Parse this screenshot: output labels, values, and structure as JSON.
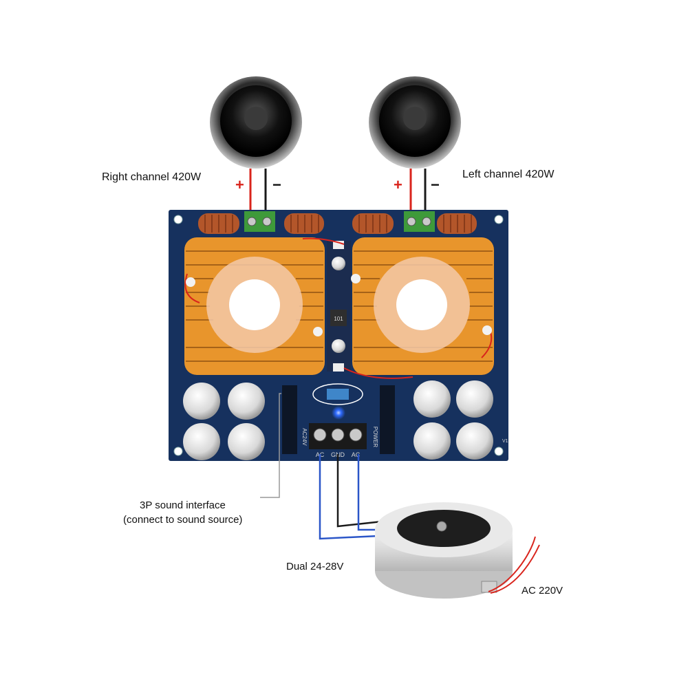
{
  "labels": {
    "right_channel": "Right channel 420W",
    "left_channel": "Left channel 420W",
    "sound_interface_line1": "3P sound interface",
    "sound_interface_line2": "(connect to sound source)",
    "dual_voltage": "Dual 24-28V",
    "ac_mains": "AC 220V"
  },
  "polarity": {
    "plus": "+",
    "minus": "−"
  },
  "board_text": {
    "terminal_ac_left": "AC",
    "terminal_gnd": "GND",
    "terminal_ac_right": "AC",
    "power_label": "POWER",
    "voltage_silk": "AC24V",
    "inductor_code": "101",
    "version": "V1"
  },
  "colors": {
    "board": "#16315e",
    "heatsink": "#e8952c",
    "wire_red": "#d9241c",
    "wire_black": "#1a1a1a",
    "wire_blue": "#2a55c8",
    "terminal_green": "#3e9a3a",
    "led_blue": "#2f6bff"
  },
  "icons": [
    "speaker-icon",
    "heatsink-fan-icon",
    "capacitor-icon",
    "toroidal-transformer-icon",
    "screw-terminal-icon"
  ]
}
